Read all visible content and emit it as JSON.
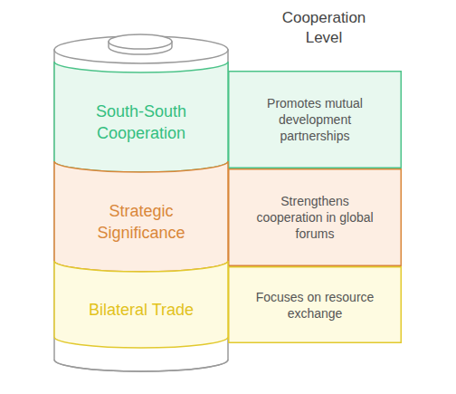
{
  "diagram": {
    "title": "Cooperation Level",
    "nodes": [
      {
        "text": [
          "South-South Cooperation"
        ]
      },
      {
        "text": [
          "Promotes mutual development partnerships"
        ]
      },
      {
        "text": [
          "Strategic Significance"
        ]
      },
      {
        "text": [
          "Strengthens cooperation in global forums"
        ]
      },
      {
        "text": [
          "Bilateral Trade"
        ]
      },
      {
        "text": [
          "Focuses on resource exchange"
        ]
      }
    ]
  }
}
